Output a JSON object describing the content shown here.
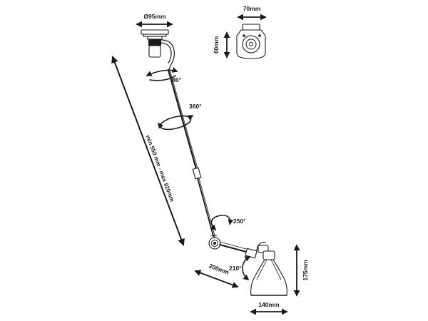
{
  "diagram": {
    "dimensions": {
      "base_diameter": "Ø95mm",
      "plate_width": "70mm",
      "plate_height": "60mm",
      "arm_span": "200mm",
      "shade_diameter": "140mm",
      "shade_height": "175mm",
      "total_length": "min 550 mm - max 920mm"
    },
    "rotations": {
      "base_tilt": "86°",
      "arm_spin": "360°",
      "elbow_joint": "250°",
      "shade_pivot": "210°"
    }
  }
}
